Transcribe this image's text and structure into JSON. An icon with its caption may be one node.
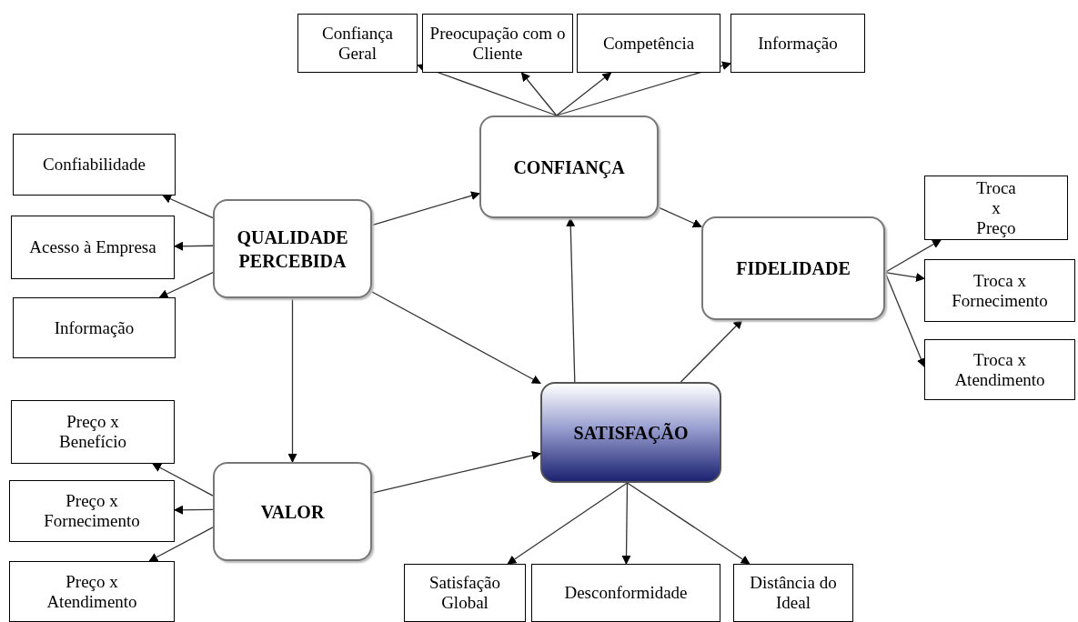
{
  "diagram": {
    "nodes": [
      {
        "text": [
          "Confiança Geral"
        ]
      },
      {
        "text": [
          "Preocupação com o Cliente"
        ]
      },
      {
        "text": [
          "Competência"
        ]
      },
      {
        "text": [
          "Informação"
        ]
      },
      {
        "text": [
          "CONFIANÇA"
        ]
      },
      {
        "text": [
          "Confiabilidade"
        ]
      },
      {
        "text": [
          "QUALIDADE PERCEBIDA"
        ]
      },
      {
        "text": [
          "Acesso à Empresa"
        ]
      },
      {
        "text": [
          "FIDELIDADE"
        ]
      },
      {
        "text": [
          "Troca x Preço"
        ]
      },
      {
        "text": [
          "Troca x Fornecimento"
        ]
      },
      {
        "text": [
          "Informação"
        ]
      },
      {
        "text": [
          "Troca x Atendimento"
        ]
      },
      {
        "text": [
          "SATISFAÇÃO"
        ]
      },
      {
        "text": [
          "Preço x Benefício"
        ]
      },
      {
        "text": [
          "VALOR"
        ]
      },
      {
        "text": [
          "Preço x Fornecimento"
        ]
      },
      {
        "text": [
          "Preço x Atendimento"
        ]
      },
      {
        "text": [
          "Satisfação Global"
        ]
      },
      {
        "text": [
          "Desconformidade"
        ]
      },
      {
        "text": [
          "Distância do Ideal"
        ]
      }
    ],
    "edges": [
      {
        "from": 4,
        "to": 0,
        "arrow": "to"
      },
      {
        "from": 4,
        "to": 1,
        "arrow": "to"
      },
      {
        "from": 4,
        "to": 2,
        "arrow": "to"
      },
      {
        "from": 4,
        "to": 3,
        "arrow": "to"
      },
      {
        "from": 6,
        "to": 5,
        "arrow": "to"
      },
      {
        "from": 6,
        "to": 7,
        "arrow": "to"
      },
      {
        "from": 6,
        "to": 11,
        "arrow": "to"
      },
      {
        "from": 6,
        "to": 4,
        "arrow": "to"
      },
      {
        "from": 6,
        "to": 13,
        "arrow": "to"
      },
      {
        "from": 6,
        "to": 15,
        "arrow": "to"
      },
      {
        "from": 4,
        "to": 8,
        "arrow": "to"
      },
      {
        "from": 13,
        "to": 4,
        "arrow": "to"
      },
      {
        "from": 13,
        "to": 8,
        "arrow": "to"
      },
      {
        "from": 8,
        "to": 9,
        "arrow": "to"
      },
      {
        "from": 8,
        "to": 10,
        "arrow": "to"
      },
      {
        "from": 8,
        "to": 12,
        "arrow": "to"
      },
      {
        "from": 15,
        "to": 13,
        "arrow": "to"
      },
      {
        "from": 15,
        "to": 14,
        "arrow": "to"
      },
      {
        "from": 15,
        "to": 16,
        "arrow": "to"
      },
      {
        "from": 15,
        "to": 17,
        "arrow": "to"
      },
      {
        "from": 13,
        "to": 18,
        "arrow": "to"
      },
      {
        "from": 13,
        "to": 19,
        "arrow": "to"
      },
      {
        "from": 13,
        "to": 20,
        "arrow": "to"
      }
    ]
  }
}
